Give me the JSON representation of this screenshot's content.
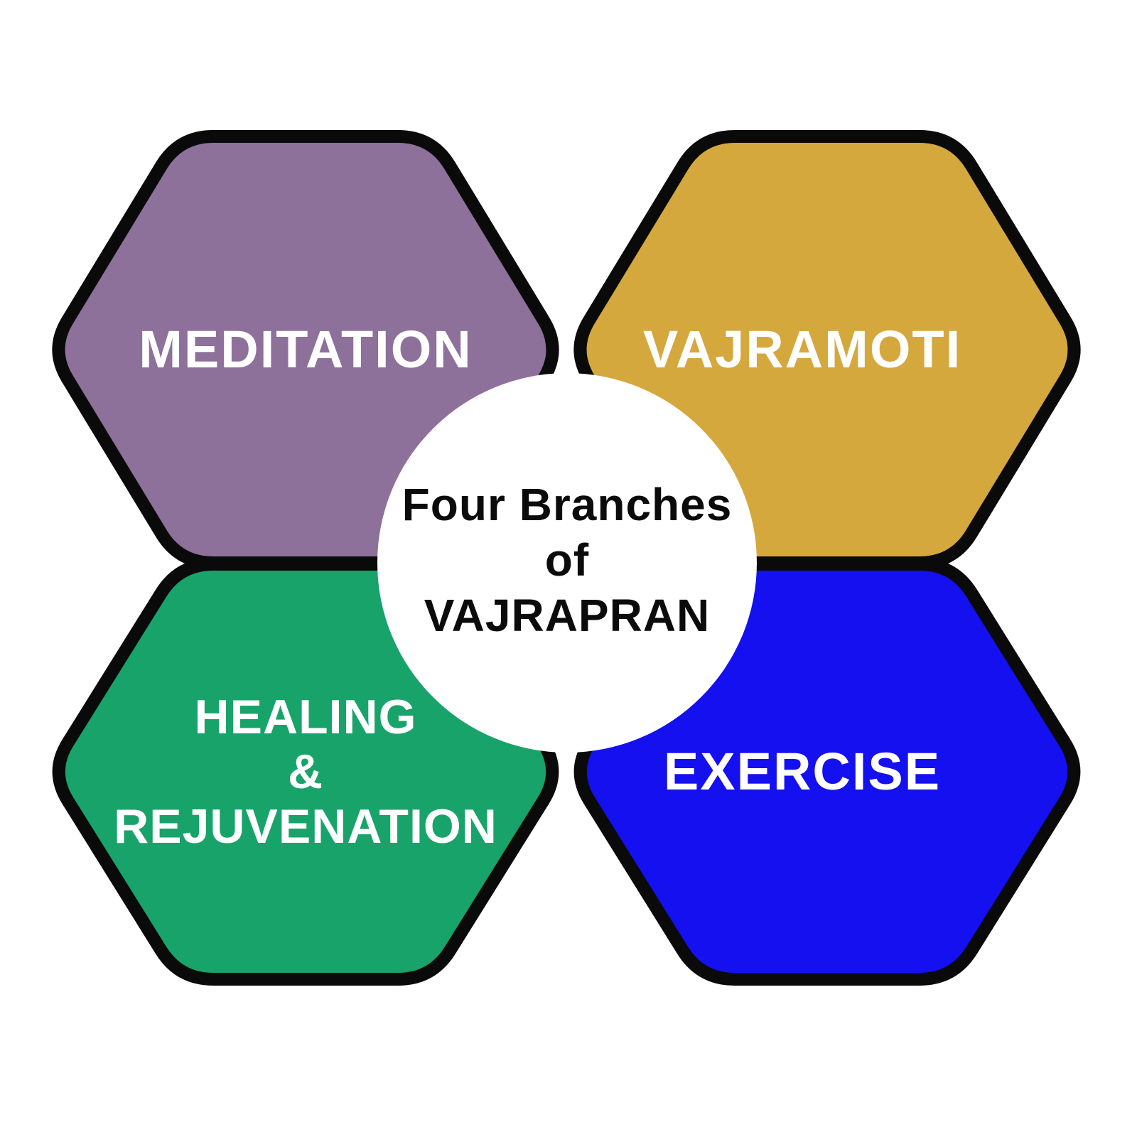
{
  "diagram": {
    "center": {
      "lines": [
        "Four Branches",
        "of",
        "VAJRAPRAN"
      ]
    },
    "branches": [
      {
        "id": "meditation",
        "lines": [
          "MEDITATION"
        ],
        "color": "#8D719B"
      },
      {
        "id": "vajramoti",
        "lines": [
          "VAJRAMOTI"
        ],
        "color": "#D5A83E"
      },
      {
        "id": "healing-rejuvenation",
        "lines": [
          "HEALING",
          "&",
          "REJUVENATION"
        ],
        "color": "#18A36A"
      },
      {
        "id": "exercise",
        "lines": [
          "EXERCISE"
        ],
        "color": "#1410EF"
      }
    ],
    "colors": {
      "background": "#FFFFFF",
      "outline": "#0A0A0A",
      "center_circle": "#FFFFFF",
      "center_text": "#0B0B0B",
      "label_text": "#FFFFFF"
    }
  }
}
